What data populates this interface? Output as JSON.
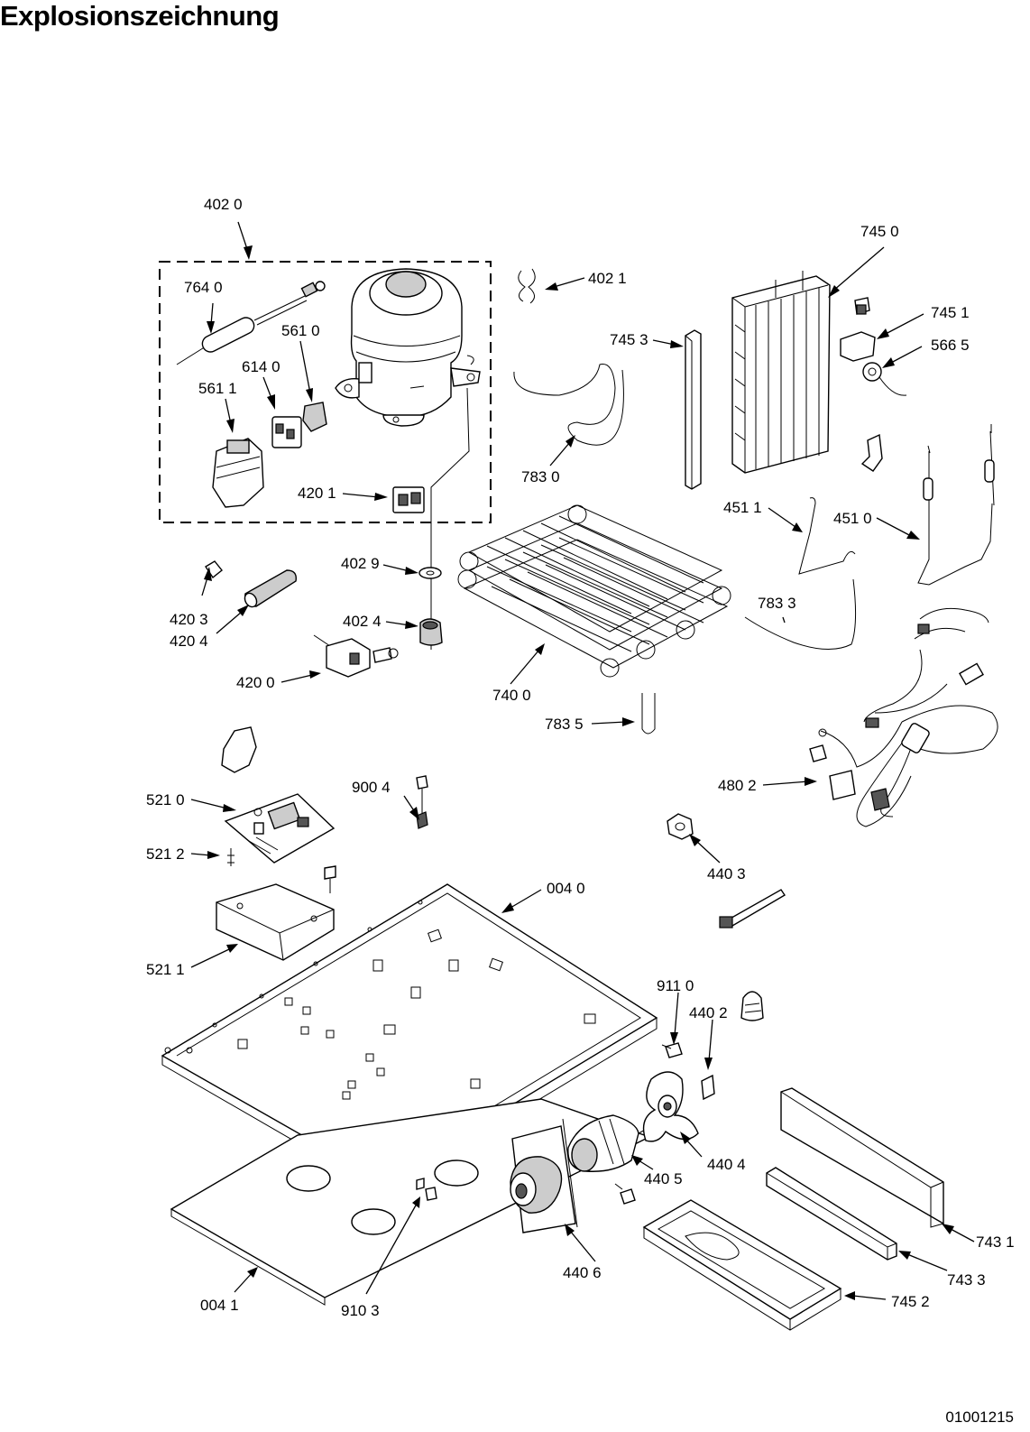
{
  "title": "Explosionszeichnung",
  "doc_number": "01001215",
  "callouts": [
    {
      "id": "c-4020",
      "text": "402 0"
    },
    {
      "id": "c-7640",
      "text": "764 0"
    },
    {
      "id": "c-5610",
      "text": "561 0"
    },
    {
      "id": "c-6140",
      "text": "614 0"
    },
    {
      "id": "c-5611",
      "text": "561 1"
    },
    {
      "id": "c-4201",
      "text": "420 1"
    },
    {
      "id": "c-4021",
      "text": "402 1"
    },
    {
      "id": "c-7453",
      "text": "745 3"
    },
    {
      "id": "c-7830",
      "text": "783 0"
    },
    {
      "id": "c-7450",
      "text": "745 0"
    },
    {
      "id": "c-7451",
      "text": "745 1"
    },
    {
      "id": "c-5665",
      "text": "566 5"
    },
    {
      "id": "c-4511",
      "text": "451 1"
    },
    {
      "id": "c-4510",
      "text": "451 0"
    },
    {
      "id": "c-4029",
      "text": "402 9"
    },
    {
      "id": "c-4203",
      "text": "420 3"
    },
    {
      "id": "c-4204",
      "text": "420 4"
    },
    {
      "id": "c-4024",
      "text": "402 4"
    },
    {
      "id": "c-4200",
      "text": "420 0"
    },
    {
      "id": "c-7400",
      "text": "740 0"
    },
    {
      "id": "c-7833",
      "text": "783 3"
    },
    {
      "id": "c-7835",
      "text": "783 5"
    },
    {
      "id": "c-4802",
      "text": "480 2"
    },
    {
      "id": "c-5210",
      "text": "521 0"
    },
    {
      "id": "c-9004",
      "text": "900 4"
    },
    {
      "id": "c-5212",
      "text": "521 2"
    },
    {
      "id": "c-4403",
      "text": "440 3"
    },
    {
      "id": "c-0040",
      "text": "004 0"
    },
    {
      "id": "c-5211",
      "text": "521 1"
    },
    {
      "id": "c-9110",
      "text": "911 0"
    },
    {
      "id": "c-4402",
      "text": "440 2"
    },
    {
      "id": "c-4404",
      "text": "440 4"
    },
    {
      "id": "c-4405",
      "text": "440 5"
    },
    {
      "id": "c-7431",
      "text": "743 1"
    },
    {
      "id": "c-7433",
      "text": "743 3"
    },
    {
      "id": "c-4406",
      "text": "440 6"
    },
    {
      "id": "c-7452",
      "text": "745 2"
    },
    {
      "id": "c-0041",
      "text": "004 1"
    },
    {
      "id": "c-9103",
      "text": "910 3"
    }
  ]
}
